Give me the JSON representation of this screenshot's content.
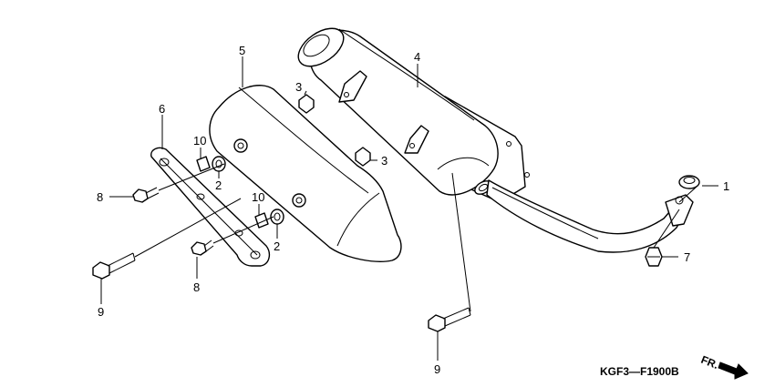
{
  "diagram": {
    "callouts": [
      {
        "id": "c1",
        "text": "1"
      },
      {
        "id": "c2a",
        "text": "2"
      },
      {
        "id": "c2b",
        "text": "2"
      },
      {
        "id": "c3a",
        "text": "3"
      },
      {
        "id": "c3b",
        "text": "3"
      },
      {
        "id": "c4",
        "text": "4"
      },
      {
        "id": "c5",
        "text": "5"
      },
      {
        "id": "c6",
        "text": "6"
      },
      {
        "id": "c7",
        "text": "7"
      },
      {
        "id": "c8a",
        "text": "8"
      },
      {
        "id": "c8b",
        "text": "8"
      },
      {
        "id": "c9a",
        "text": "9"
      },
      {
        "id": "c9b",
        "text": "9"
      },
      {
        "id": "c10a",
        "text": "10"
      },
      {
        "id": "c10b",
        "text": "10"
      }
    ],
    "figure_code": "KGF3—F1900B",
    "direction_label": "FR."
  }
}
